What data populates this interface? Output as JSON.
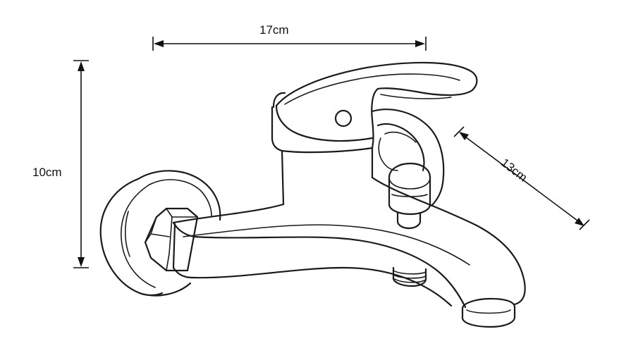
{
  "dimensions": {
    "width_label": "17cm",
    "height_label": "10cm",
    "depth_label": "13cm"
  }
}
